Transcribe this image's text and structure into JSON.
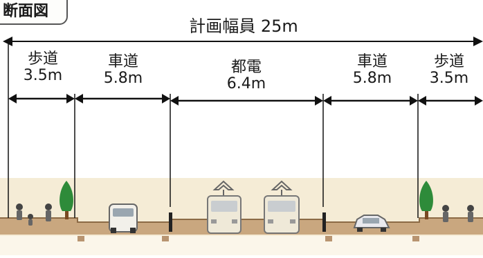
{
  "diagram": {
    "tag": "断面図",
    "total_width_label": "計画幅員 25m",
    "sections": [
      {
        "name": "歩道",
        "width": "3.5m",
        "kind": "sidewalk"
      },
      {
        "name": "車道",
        "width": "5.8m",
        "kind": "roadway"
      },
      {
        "name": "都電",
        "width": "6.4m",
        "kind": "tram"
      },
      {
        "name": "車道",
        "width": "5.8m",
        "kind": "roadway"
      },
      {
        "name": "歩道",
        "width": "3.5m",
        "kind": "sidewalk"
      }
    ],
    "colors": {
      "ground_band": "#f5ecd6",
      "road_surface": "#c9a77f",
      "road_edge": "#8b6a45",
      "tree_green": "#2e8b3a",
      "tram_body": "#efe9d8",
      "line": "#111111"
    }
  }
}
